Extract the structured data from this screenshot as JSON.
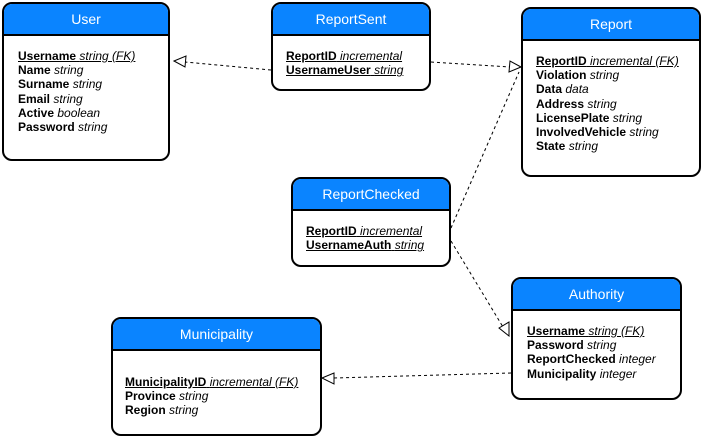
{
  "colors": {
    "header": "#0a84ff",
    "border": "#000000",
    "text": "#000000"
  },
  "entities": {
    "user": {
      "title": "User",
      "attrs": [
        {
          "name": "Username",
          "type": "string (FK)",
          "key": true
        },
        {
          "name": "Name",
          "type": "string",
          "key": false
        },
        {
          "name": "Surname",
          "type": "string",
          "key": false
        },
        {
          "name": "Email",
          "type": "string",
          "key": false
        },
        {
          "name": "Active",
          "type": "boolean",
          "key": false
        },
        {
          "name": "Password",
          "type": "string",
          "key": false
        }
      ]
    },
    "report_sent": {
      "title": "ReportSent",
      "attrs": [
        {
          "name": "ReportID",
          "type": "incremental",
          "key": true
        },
        {
          "name": "UsernameUser",
          "type": "string",
          "key": true
        }
      ]
    },
    "report": {
      "title": "Report",
      "attrs": [
        {
          "name": "ReportID",
          "type": "incremental (FK)",
          "key": true
        },
        {
          "name": "Violation",
          "type": "string",
          "key": false
        },
        {
          "name": "Data",
          "type": "data",
          "key": false
        },
        {
          "name": "Address",
          "type": "string",
          "key": false
        },
        {
          "name": "LicensePlate",
          "type": "string",
          "key": false
        },
        {
          "name": "InvolvedVehicle",
          "type": "string",
          "key": false
        },
        {
          "name": "State",
          "type": "string",
          "key": false
        }
      ]
    },
    "report_checked": {
      "title": "ReportChecked",
      "attrs": [
        {
          "name": "ReportID",
          "type": "incremental",
          "key": true
        },
        {
          "name": "UsernameAuth",
          "type": "string",
          "key": true
        }
      ]
    },
    "authority": {
      "title": "Authority",
      "attrs": [
        {
          "name": "Username",
          "type": "string (FK)",
          "key": true
        },
        {
          "name": "Password",
          "type": "string",
          "key": false
        },
        {
          "name": "ReportChecked",
          "type": "integer",
          "key": false
        },
        {
          "name": "Municipality",
          "type": "integer",
          "key": false
        }
      ]
    },
    "municipality": {
      "title": "Municipality",
      "attrs": [
        {
          "name": "MunicipalityID",
          "type": "incremental (FK)",
          "key": true
        },
        {
          "name": "Province",
          "type": "string",
          "key": false
        },
        {
          "name": "Region",
          "type": "string",
          "key": false
        }
      ]
    }
  }
}
